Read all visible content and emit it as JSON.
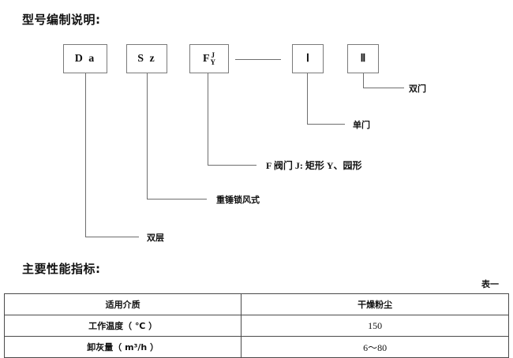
{
  "headings": {
    "model_spec": "型号编制说明:",
    "performance": "主要性能指标:"
  },
  "diagram": {
    "boxes": [
      {
        "name": "box-da",
        "text": "D a"
      },
      {
        "name": "box-sz",
        "text": "S z"
      },
      {
        "name": "box-f",
        "base": "F",
        "numerator": "J",
        "denominator": "Y"
      },
      {
        "name": "box-roman-one",
        "text": "Ⅰ"
      },
      {
        "name": "box-roman-two",
        "text": "Ⅱ"
      }
    ],
    "labels": [
      {
        "name": "label-shuang-men",
        "text": "双门"
      },
      {
        "name": "label-dan-men",
        "text": "单门"
      },
      {
        "name": "label-valve",
        "text": "F 阀门 J: 矩形  Y、园形"
      },
      {
        "name": "label-lock-air",
        "text": "重锤锁风式"
      },
      {
        "name": "label-double-layer",
        "text": "双层"
      }
    ]
  },
  "table": {
    "caption": "表一",
    "rows": [
      {
        "label": "适用介质",
        "value": "干燥粉尘",
        "value_is_cjk": true
      },
      {
        "label": "工作温度（ ℃ ）",
        "value": "150",
        "value_is_cjk": false
      },
      {
        "label": "卸灰量（ m³/h ）",
        "value": "6～80",
        "value_is_cjk": false
      }
    ]
  }
}
